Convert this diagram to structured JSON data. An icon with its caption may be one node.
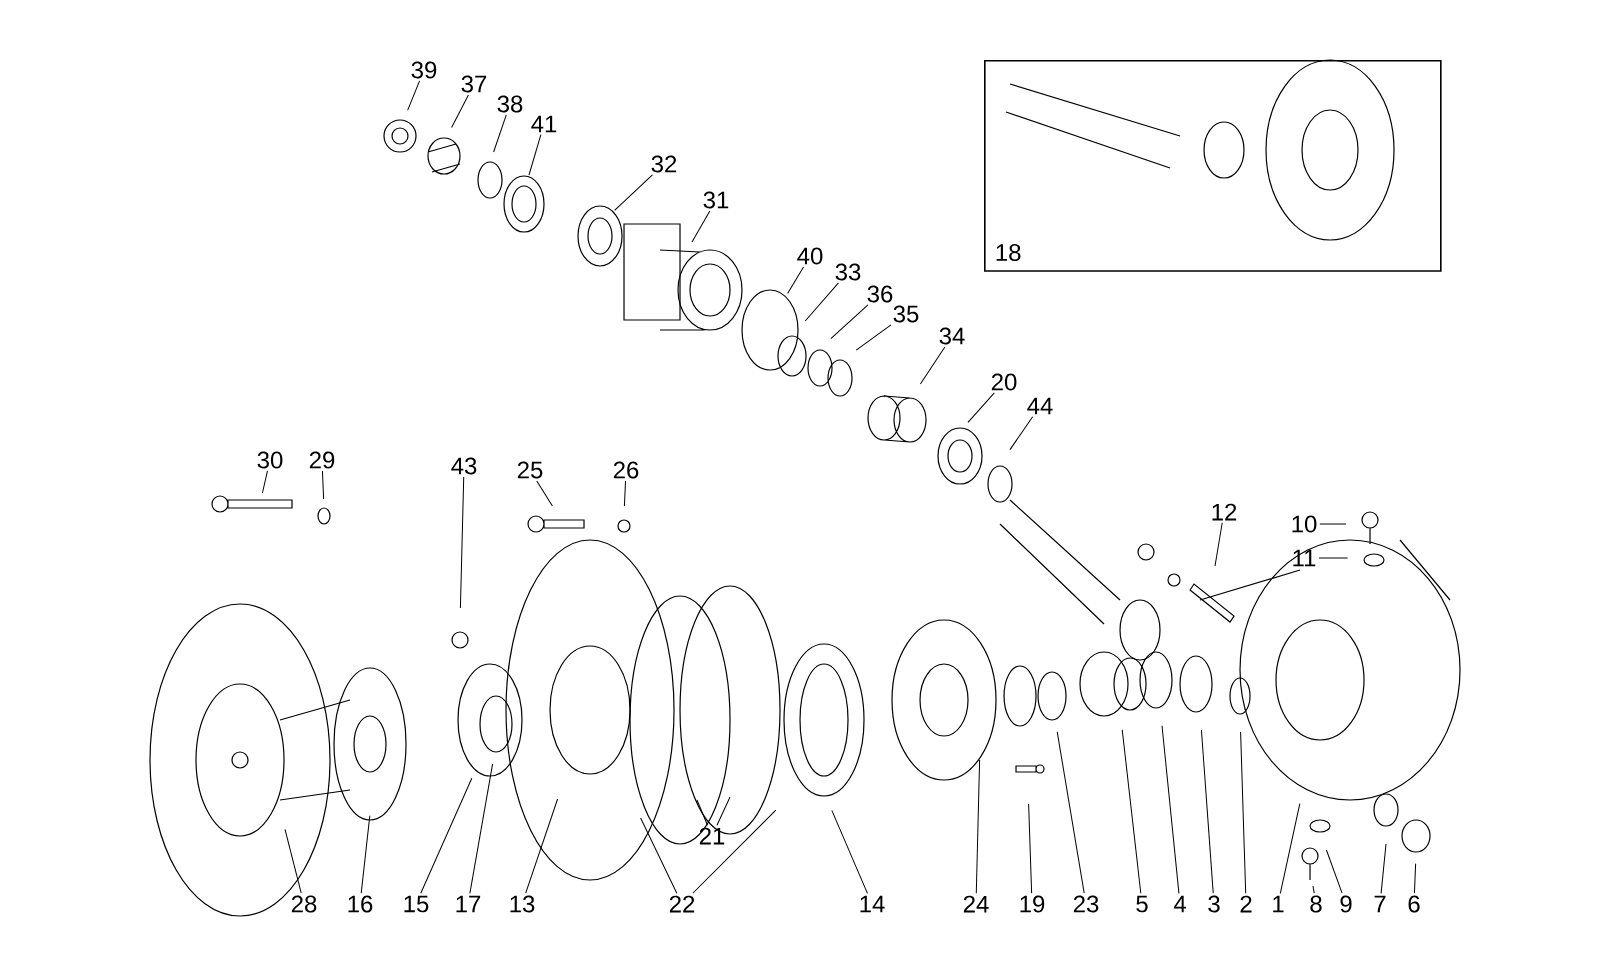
{
  "diagram": {
    "nodes": [
      {
        "text": [
          "39"
        ]
      },
      {
        "text": [
          "37"
        ]
      },
      {
        "text": [
          "38"
        ]
      },
      {
        "text": [
          "41"
        ]
      },
      {
        "text": [
          "32"
        ]
      },
      {
        "text": [
          "31"
        ]
      },
      {
        "text": [
          "18"
        ]
      },
      {
        "text": [
          "40"
        ]
      },
      {
        "text": [
          "33"
        ]
      },
      {
        "text": [
          "36"
        ]
      },
      {
        "text": [
          "35"
        ]
      },
      {
        "text": [
          "34"
        ]
      },
      {
        "text": [
          "20"
        ]
      },
      {
        "text": [
          "44"
        ]
      },
      {
        "text": [
          "30"
        ]
      },
      {
        "text": [
          "29"
        ]
      },
      {
        "text": [
          "43"
        ]
      },
      {
        "text": [
          "25"
        ]
      },
      {
        "text": [
          "26"
        ]
      },
      {
        "text": [
          "12"
        ]
      },
      {
        "text": [
          "10"
        ]
      },
      {
        "text": [
          "11"
        ]
      },
      {
        "text": [
          "21"
        ]
      },
      {
        "text": [
          "28"
        ]
      },
      {
        "text": [
          "16"
        ]
      },
      {
        "text": [
          "15"
        ]
      },
      {
        "text": [
          "17"
        ]
      },
      {
        "text": [
          "13"
        ]
      },
      {
        "text": [
          "22"
        ]
      },
      {
        "text": [
          "14"
        ]
      },
      {
        "text": [
          "24"
        ]
      },
      {
        "text": [
          "19"
        ]
      },
      {
        "text": [
          "23"
        ]
      },
      {
        "text": [
          "5"
        ]
      },
      {
        "text": [
          "4"
        ]
      },
      {
        "text": [
          "3"
        ]
      },
      {
        "text": [
          "2"
        ]
      },
      {
        "text": [
          "1"
        ]
      },
      {
        "text": [
          "8"
        ]
      },
      {
        "text": [
          "9"
        ]
      },
      {
        "text": [
          "7"
        ]
      },
      {
        "text": [
          "6"
        ]
      }
    ],
    "edges": [
      {
        "from": 0,
        "to": null,
        "arrow": "none"
      },
      {
        "from": 1,
        "to": null,
        "arrow": "none"
      },
      {
        "from": 2,
        "to": null,
        "arrow": "none"
      },
      {
        "from": 3,
        "to": null,
        "arrow": "none"
      },
      {
        "from": 4,
        "to": null,
        "arrow": "none"
      },
      {
        "from": 5,
        "to": null,
        "arrow": "none"
      },
      {
        "from": 7,
        "to": null,
        "arrow": "none"
      },
      {
        "from": 8,
        "to": null,
        "arrow": "none"
      },
      {
        "from": 9,
        "to": null,
        "arrow": "none"
      },
      {
        "from": 10,
        "to": null,
        "arrow": "none"
      },
      {
        "from": 11,
        "to": null,
        "arrow": "none"
      },
      {
        "from": 12,
        "to": null,
        "arrow": "none"
      },
      {
        "from": 13,
        "to": null,
        "arrow": "none"
      },
      {
        "from": 14,
        "to": null,
        "arrow": "none"
      },
      {
        "from": 15,
        "to": null,
        "arrow": "none"
      },
      {
        "from": 16,
        "to": null,
        "arrow": "none"
      },
      {
        "from": 17,
        "to": null,
        "arrow": "none"
      },
      {
        "from": 18,
        "to": null,
        "arrow": "none"
      },
      {
        "from": 19,
        "to": null,
        "arrow": "none"
      },
      {
        "from": 20,
        "to": null,
        "arrow": "none"
      },
      {
        "from": 21,
        "to": null,
        "arrow": "none"
      },
      {
        "from": 22,
        "to": null,
        "arrow": "none"
      },
      {
        "from": 22,
        "to": null,
        "arrow": "none"
      },
      {
        "from": 23,
        "to": null,
        "arrow": "none"
      },
      {
        "from": 24,
        "to": null,
        "arrow": "none"
      },
      {
        "from": 25,
        "to": null,
        "arrow": "none"
      },
      {
        "from": 26,
        "to": null,
        "arrow": "none"
      },
      {
        "from": 27,
        "to": null,
        "arrow": "none"
      },
      {
        "from": 28,
        "to": null,
        "arrow": "none"
      },
      {
        "from": 28,
        "to": null,
        "arrow": "none"
      },
      {
        "from": 29,
        "to": null,
        "arrow": "none"
      },
      {
        "from": 30,
        "to": null,
        "arrow": "none"
      },
      {
        "from": 31,
        "to": null,
        "arrow": "none"
      },
      {
        "from": 32,
        "to": null,
        "arrow": "none"
      },
      {
        "from": 33,
        "to": null,
        "arrow": "none"
      },
      {
        "from": 34,
        "to": null,
        "arrow": "none"
      },
      {
        "from": 35,
        "to": null,
        "arrow": "none"
      },
      {
        "from": 36,
        "to": null,
        "arrow": "none"
      },
      {
        "from": 37,
        "to": null,
        "arrow": "none"
      },
      {
        "from": 38,
        "to": null,
        "arrow": "none"
      },
      {
        "from": 39,
        "to": null,
        "arrow": "none"
      },
      {
        "from": 40,
        "to": null,
        "arrow": "none"
      },
      {
        "from": 41,
        "to": null,
        "arrow": "none"
      }
    ]
  }
}
